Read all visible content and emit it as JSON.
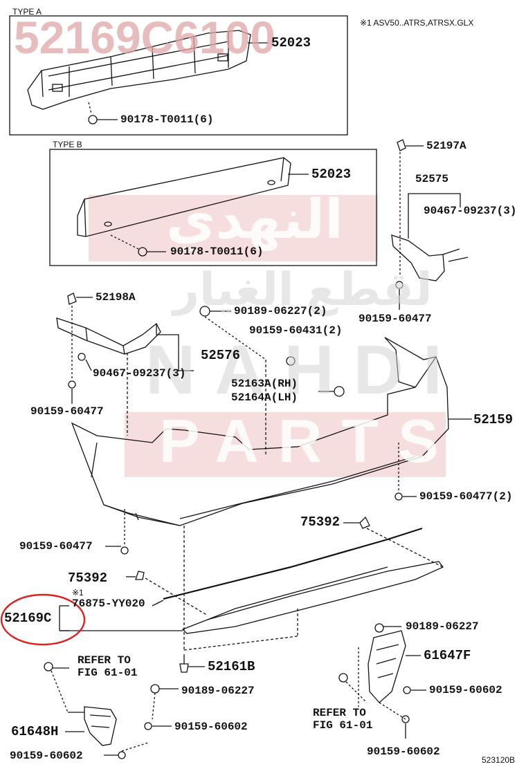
{
  "watermarks": {
    "part_number": "52169C6100",
    "arabic_top": "النهدي",
    "arabic_bottom": "لقطع الغيار",
    "nahdi": "NAHDI",
    "parts": "PARTS"
  },
  "type_a": {
    "title": "TYPE A",
    "note": "※1 ASV50..ATRS,ATRSX.GLX",
    "part": "52023",
    "clip": "90178-T0011(6)"
  },
  "type_b": {
    "title": "TYPE B",
    "part": "52023",
    "clip": "90178-T0011(6)"
  },
  "labels": {
    "l52197a": "52197A",
    "l52575": "52575",
    "l90467_r": "90467-09237(3)",
    "l90159_60477_r": "90159-60477",
    "l52198a": "52198A",
    "l90189_06227_top": "90189-06227(2)",
    "l90159_60431": "90159-60431(2)",
    "l52576": "52576",
    "l90467_l": "90467-09237(3)",
    "l52163a": "52163A(RH)",
    "l52164a": "52164A(LH)",
    "l90159_60477_l": "90159-60477",
    "l52159": "52159",
    "l90159_60477_2": "90159-60477(2)",
    "l75392_top": "75392",
    "l90159_60477_bot": "90159-60477",
    "l75392_mid": "75392",
    "l_note_mark": "※1",
    "l76875": "76875-YY020",
    "l52169c": "52169C",
    "l90189_06227_r": "90189-06227",
    "l61647f": "61647F",
    "l_refer_l1": "REFER TO",
    "l_refer_l2": "FIG 61-01",
    "l52161b": "52161B",
    "l90189_06227_l": "90189-06227",
    "l90159_60602_r": "90159-60602",
    "l_refer_r1": "REFER TO",
    "l_refer_r2": "FIG 61-01",
    "l61648h": "61648H",
    "l90159_60602_l": "90159-60602",
    "l90159_60602_b1": "90159-60602",
    "l90159_60602_b2": "90159-60602",
    "diagram_id": "523120B"
  },
  "highlight_color": "#e02020",
  "watermark_color": "#e0a6a6"
}
